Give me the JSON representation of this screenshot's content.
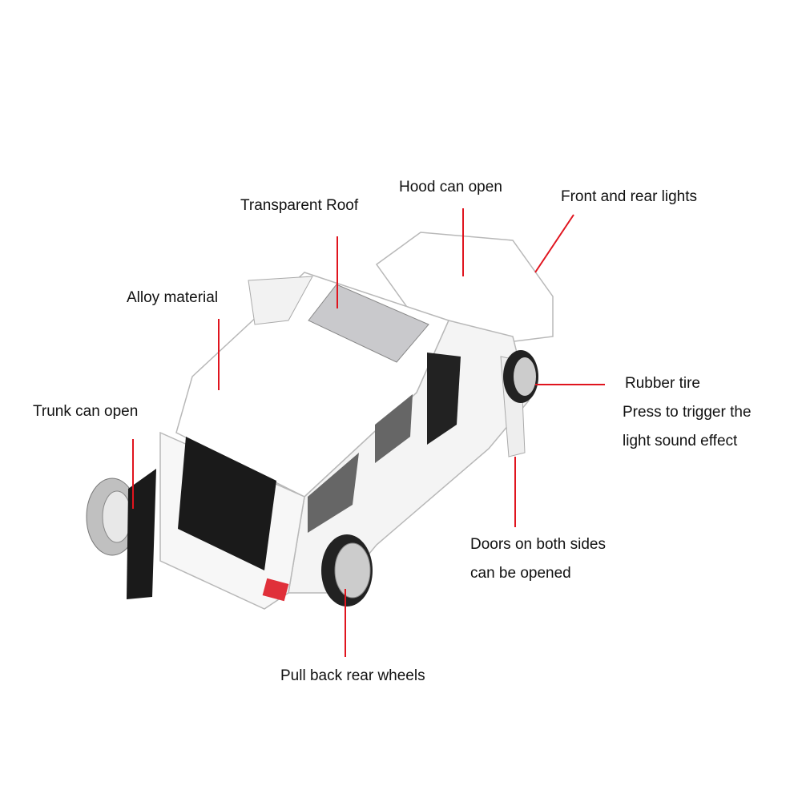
{
  "labels": {
    "transparent_roof": "Transparent Roof",
    "hood": "Hood can open",
    "lights": "Front and rear lights",
    "alloy": "Alloy material",
    "trunk": "Trunk can open",
    "tire": "Rubber tire",
    "press_1": "Press to trigger the",
    "press_2": "light sound effect",
    "doors_1": "Doors on both sides",
    "doors_2": "can be opened",
    "wheels": "Pull back rear wheels"
  },
  "colors": {
    "leader_line": "#e0141e",
    "car_body": "#ffffff",
    "outline": "#b8b8b8"
  }
}
